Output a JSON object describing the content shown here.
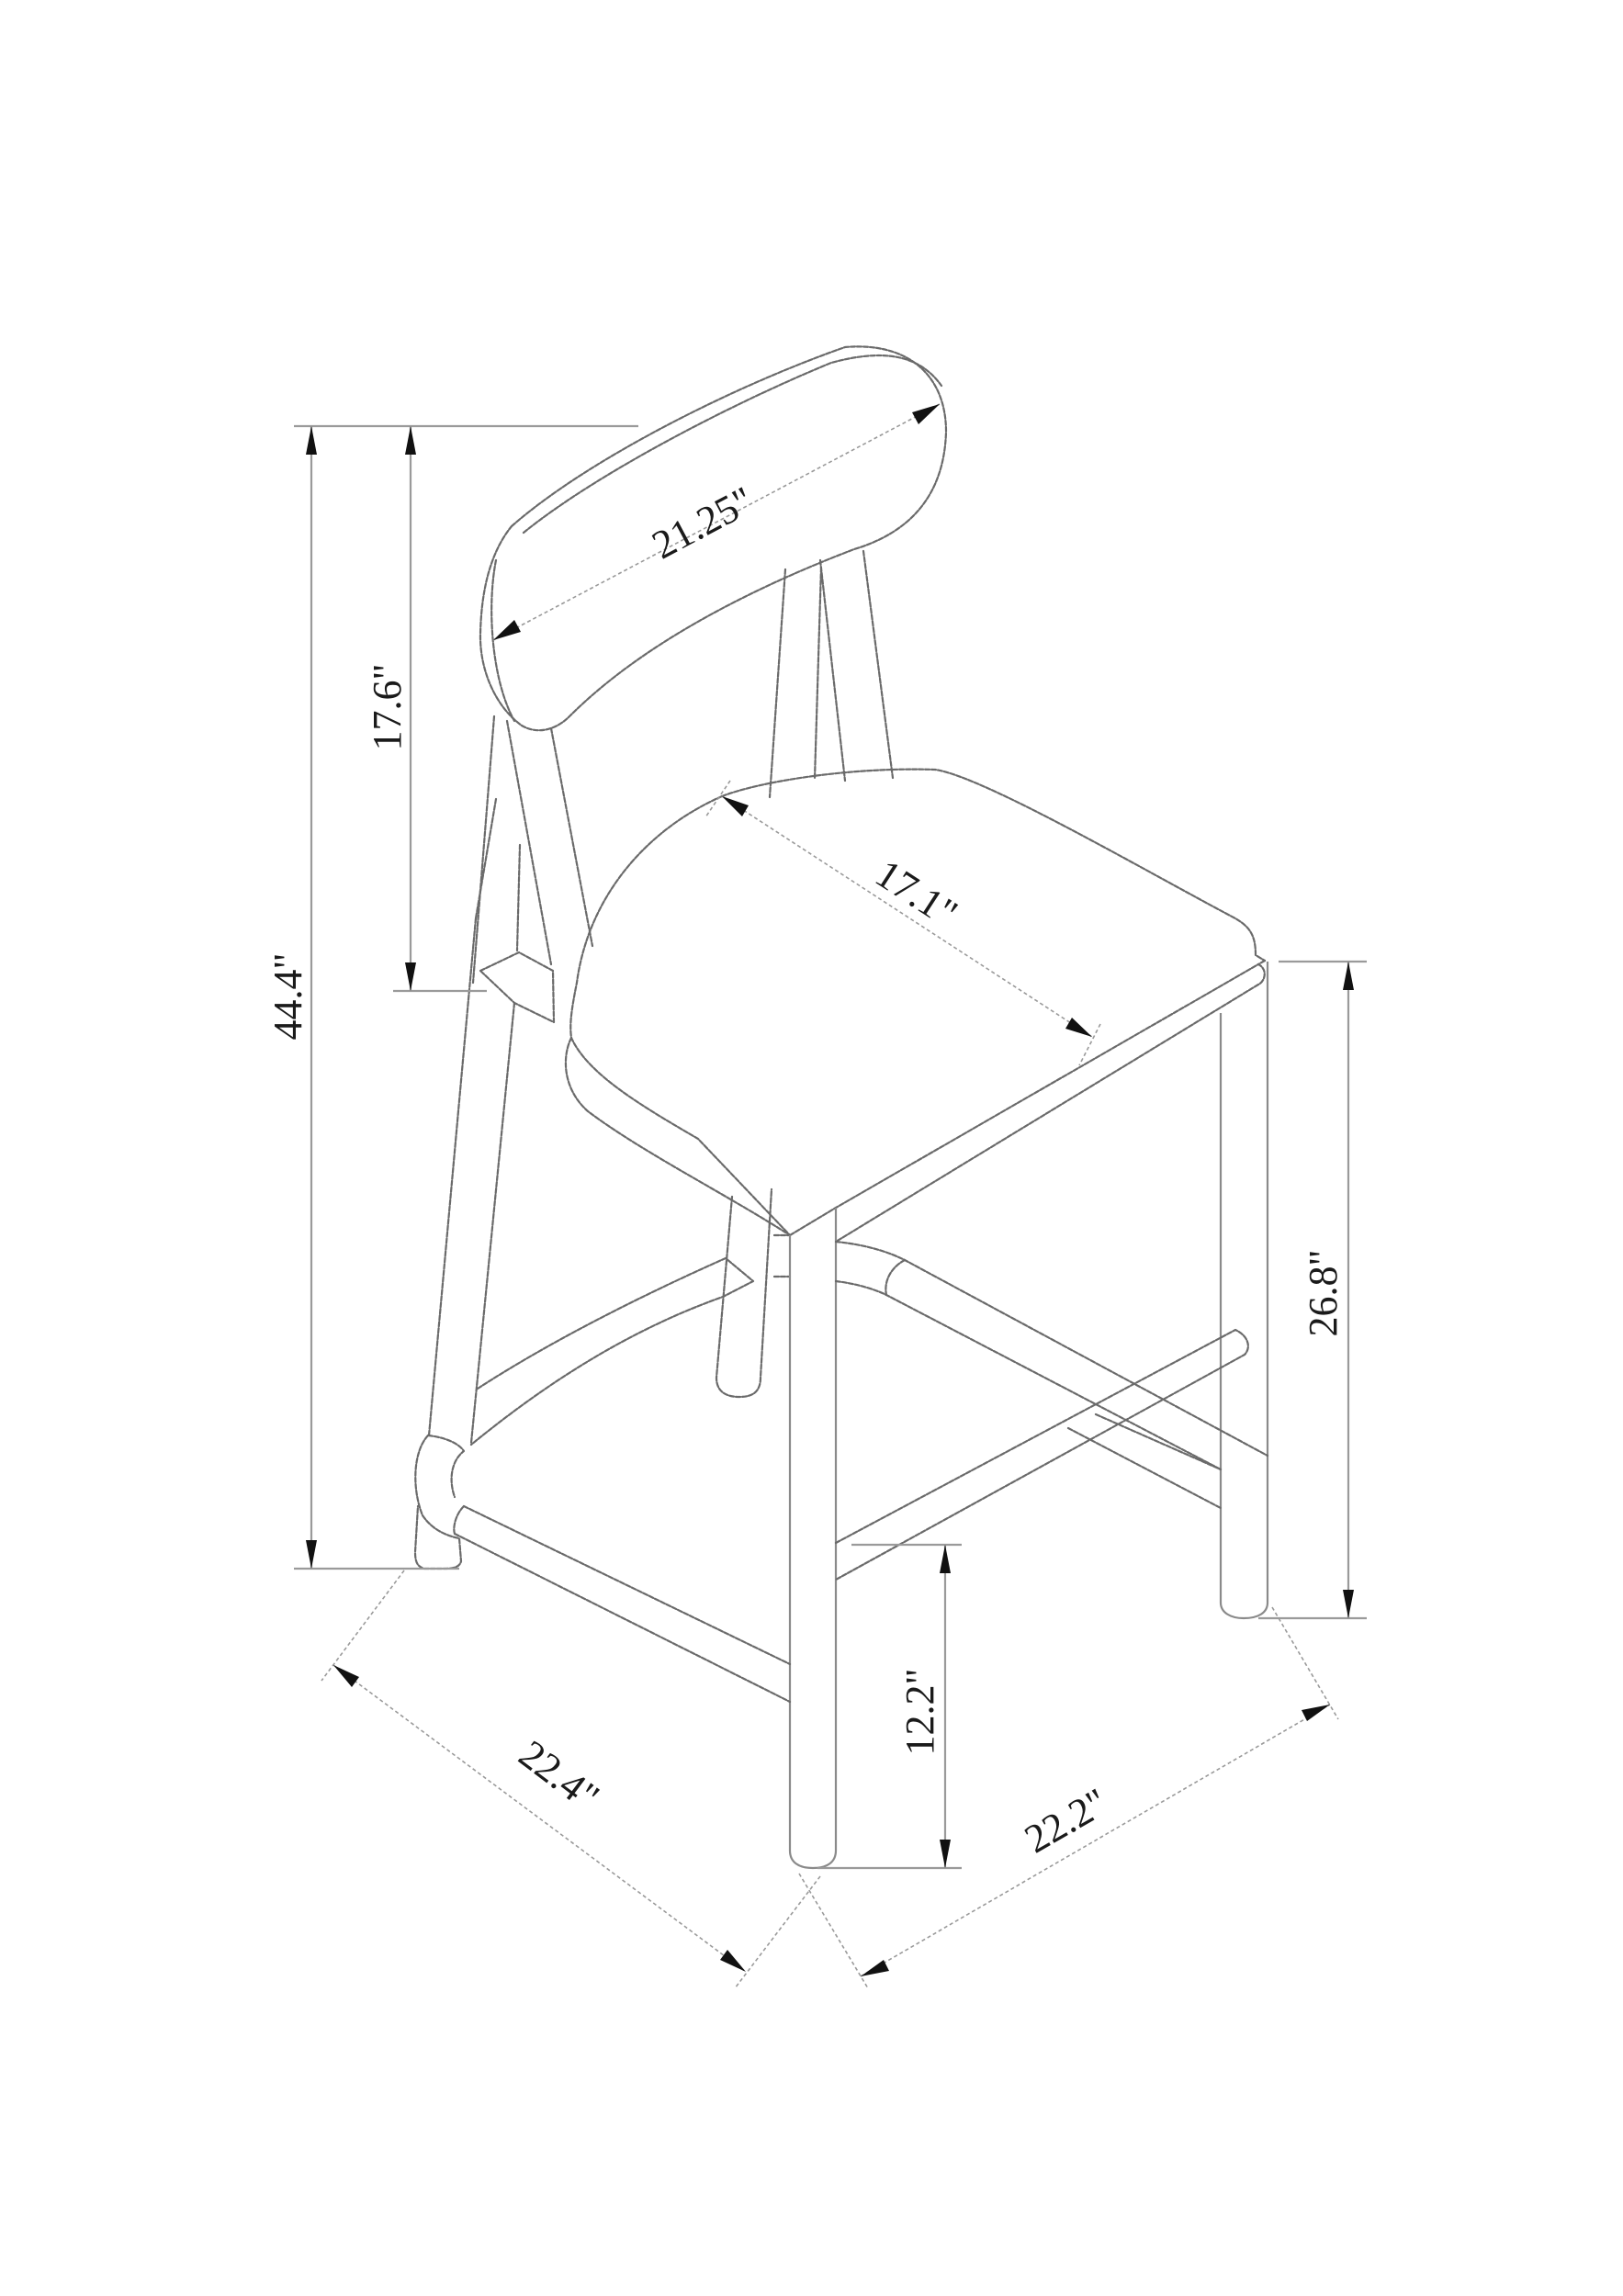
{
  "drawing": {
    "subject": "Bar stool with curved backrest — dimension drawing",
    "units": "inches",
    "line_color": "#6a6a6a",
    "text_color": "#1a1a1a",
    "background": "#ffffff"
  },
  "dimensions": {
    "overall_height": {
      "label": "44.4\"",
      "value": 44.4
    },
    "backrest_height": {
      "label": "17.6\"",
      "value": 17.6
    },
    "backrest_width": {
      "label": "21.25\"",
      "value": 21.25
    },
    "seat_depth": {
      "label": "17.1\"",
      "value": 17.1
    },
    "seat_height": {
      "label": "26.8\"",
      "value": 26.8
    },
    "footrest_height": {
      "label": "12.2\"",
      "value": 12.2
    },
    "base_depth": {
      "label": "22.4\"",
      "value": 22.4
    },
    "base_width": {
      "label": "22.2\"",
      "value": 22.2
    }
  }
}
